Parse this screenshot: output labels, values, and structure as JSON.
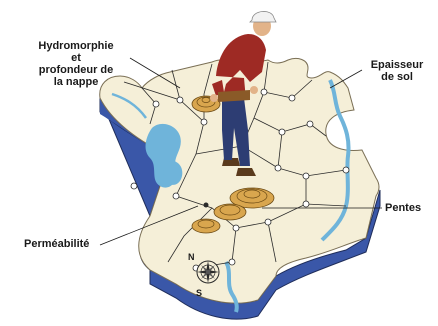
{
  "labels": {
    "hydromorphie": "Hydromorphie et profondeur de la nappe",
    "hydromorphie_lines": [
      "Hydromorphie",
      "et",
      "profondeur de",
      "la nappe"
    ],
    "epaisseur_lines": [
      "Epaisseur",
      "de sol"
    ],
    "pentes": "Pentes",
    "permeabilite": "Perméabilité"
  },
  "compass": {
    "letters": [
      "N",
      "S"
    ]
  },
  "colors": {
    "puzzle_top": "#f5efd8",
    "puzzle_edge": "#3a57a8",
    "water": "#6fb4da",
    "hill": "#d9a64e",
    "shirt": "#9e2a24",
    "jeans": "#2d3d73"
  },
  "icons": [
    "compass-rose-icon",
    "worker-figure-icon"
  ]
}
